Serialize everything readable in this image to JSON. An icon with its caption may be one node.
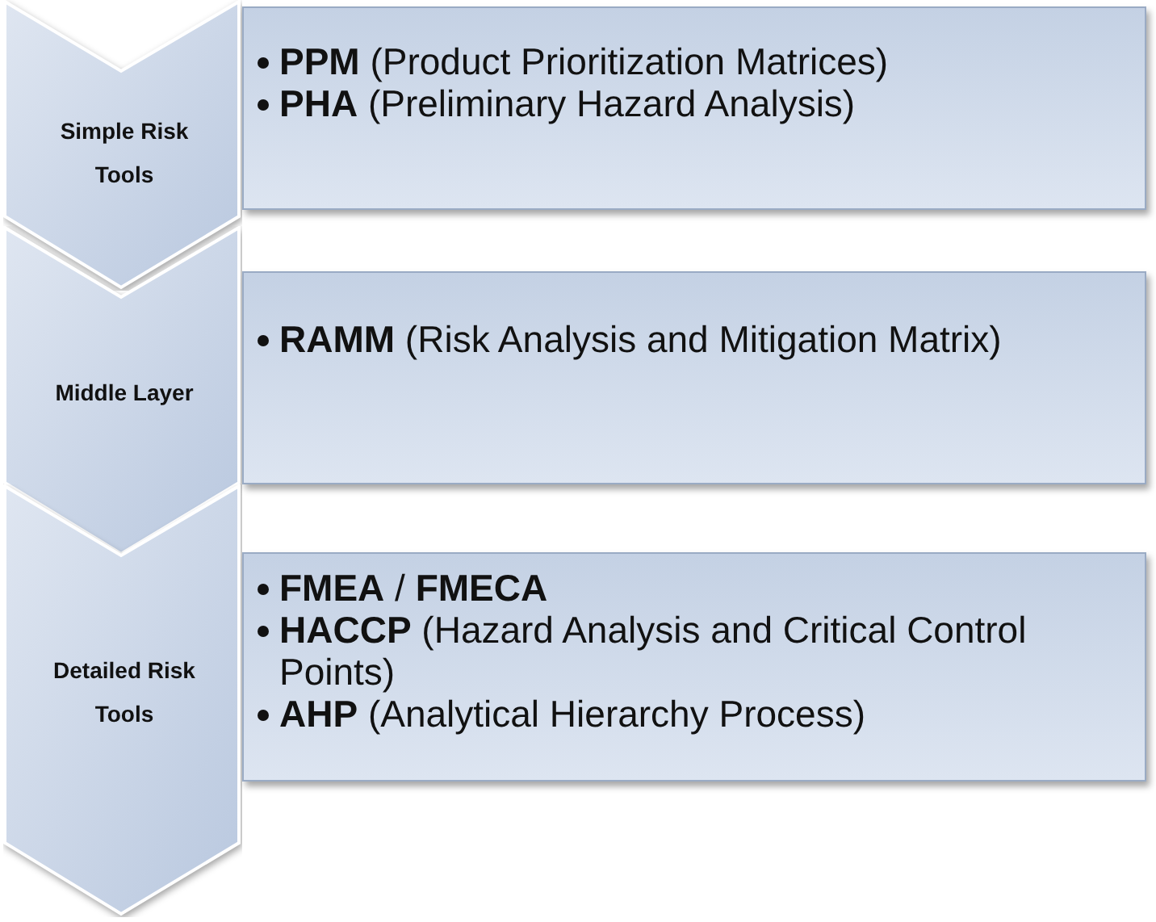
{
  "diagram": {
    "nodes": [
      {
        "text": [
          "Simple Risk Tools"
        ]
      },
      {
        "text": [
          "**PPM** (Product Prioritization Matrices)",
          "**PHA** (Preliminary Hazard Analysis)"
        ]
      },
      {
        "text": [
          "Middle Layer"
        ]
      },
      {
        "text": [
          "**RAMM** (Risk Analysis and Mitigation Matrix)"
        ]
      },
      {
        "text": [
          "Detailed Risk Tools"
        ]
      },
      {
        "text": [
          "**FMEA** / **FMECA**",
          "**HACCP** (Hazard Analysis and Critical Control Points)",
          "**AHP** (Analytical Hierarchy Process)"
        ]
      }
    ]
  }
}
